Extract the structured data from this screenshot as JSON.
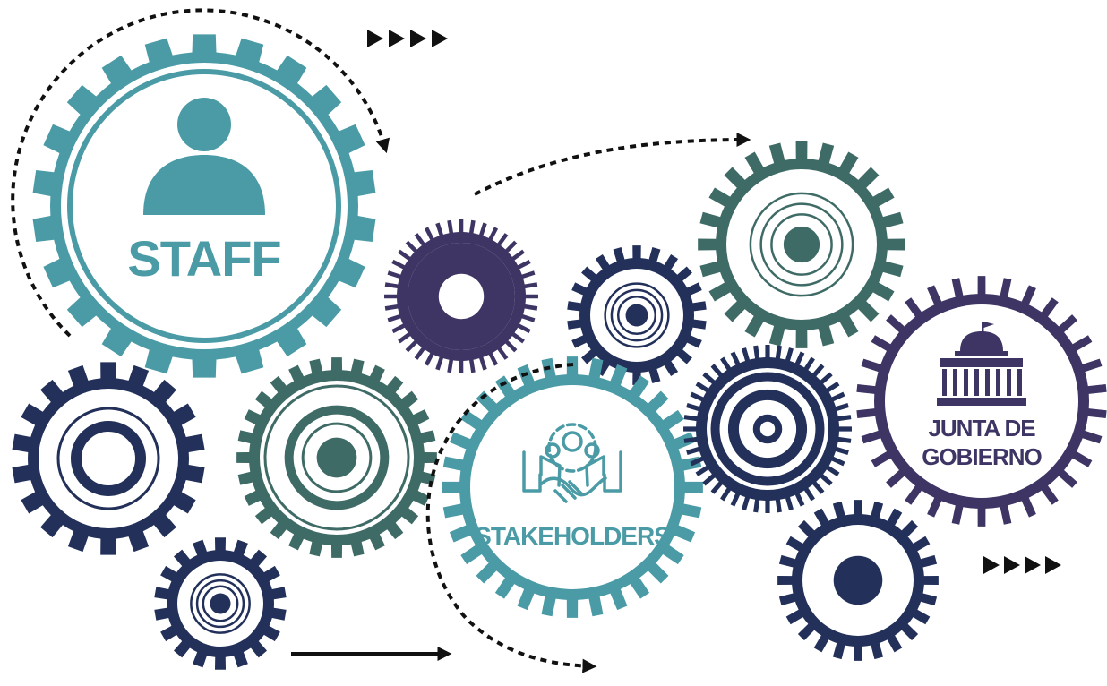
{
  "colors": {
    "teal": "#4a9ba6",
    "green": "#3f6b66",
    "purple": "#3e3564",
    "navy": "#22305a",
    "arrow": "#111111"
  },
  "labels": {
    "staff": "STAFF",
    "stakeholders": "STAKEHOLDERS",
    "junta_line1": "JUNTA DE",
    "junta_line2": "GOBIERNO"
  },
  "icons": {
    "staff": "person-icon",
    "stakeholders": "handshake-gear-icon",
    "junta": "government-building-icon"
  },
  "gears": [
    {
      "name": "gear-staff",
      "color": "teal",
      "style": "label"
    },
    {
      "name": "gear-navy-left",
      "color": "navy",
      "style": "double-ring"
    },
    {
      "name": "gear-green-center",
      "color": "green",
      "style": "target"
    },
    {
      "name": "gear-navy-small",
      "color": "navy",
      "style": "rings"
    },
    {
      "name": "gear-purple-ring",
      "color": "purple",
      "style": "thick-ring"
    },
    {
      "name": "gear-navy-mid",
      "color": "navy",
      "style": "rings"
    },
    {
      "name": "gear-green-right",
      "color": "green",
      "style": "rings"
    },
    {
      "name": "gear-stakeholders",
      "color": "teal",
      "style": "label"
    },
    {
      "name": "gear-navy-target",
      "color": "navy",
      "style": "target"
    },
    {
      "name": "gear-junta",
      "color": "purple",
      "style": "label"
    },
    {
      "name": "gear-navy-dot",
      "color": "navy",
      "style": "dot"
    }
  ]
}
